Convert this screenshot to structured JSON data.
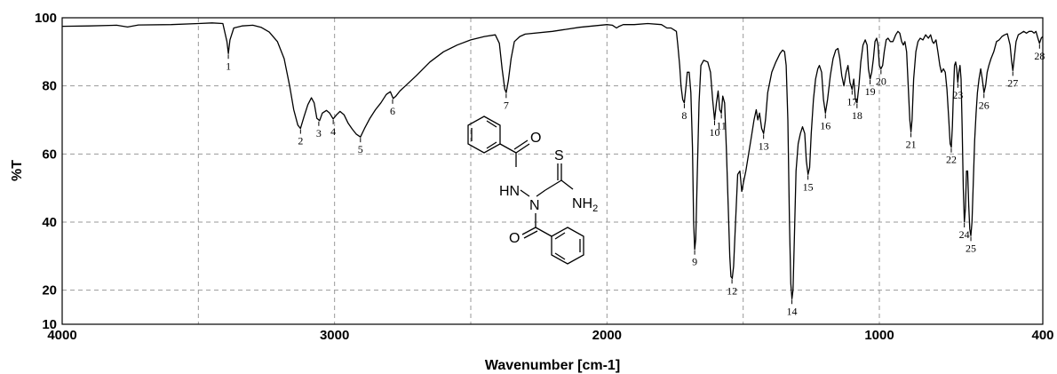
{
  "chart_data": {
    "type": "line",
    "xlabel": "Wavenumber [cm-1]",
    "ylabel": "%T",
    "xlim": [
      4000,
      400
    ],
    "ylim": [
      10,
      100
    ],
    "x_reversed": true,
    "x_ticks": [
      4000,
      3000,
      2000,
      1000,
      400
    ],
    "y_ticks": [
      10,
      20,
      40,
      60,
      80,
      100
    ],
    "grid": true,
    "grid_style": "dashed",
    "series": [
      {
        "color": "#000000",
        "points": [
          [
            4000,
            97.5
          ],
          [
            3900,
            97.6
          ],
          [
            3800,
            97.8
          ],
          [
            3760,
            97.3
          ],
          [
            3720,
            97.9
          ],
          [
            3600,
            98.0
          ],
          [
            3500,
            98.3
          ],
          [
            3450,
            98.5
          ],
          [
            3410,
            98.3
          ],
          [
            3395,
            93.0
          ],
          [
            3390,
            89.5
          ],
          [
            3384,
            93.5
          ],
          [
            3370,
            97.0
          ],
          [
            3340,
            97.6
          ],
          [
            3300,
            97.8
          ],
          [
            3270,
            97.2
          ],
          [
            3240,
            95.8
          ],
          [
            3210,
            93.0
          ],
          [
            3185,
            88.0
          ],
          [
            3165,
            80.0
          ],
          [
            3150,
            73.0
          ],
          [
            3135,
            68.5
          ],
          [
            3125,
            67.5
          ],
          [
            3112,
            71.0
          ],
          [
            3098,
            74.5
          ],
          [
            3085,
            76.5
          ],
          [
            3075,
            75.0
          ],
          [
            3065,
            70.5
          ],
          [
            3055,
            69.8
          ],
          [
            3045,
            72.0
          ],
          [
            3030,
            72.8
          ],
          [
            3018,
            72.0
          ],
          [
            3005,
            70.3
          ],
          [
            2993,
            71.5
          ],
          [
            2980,
            72.5
          ],
          [
            2965,
            71.5
          ],
          [
            2950,
            69.0
          ],
          [
            2935,
            67.3
          ],
          [
            2920,
            65.8
          ],
          [
            2905,
            65.0
          ],
          [
            2890,
            67.5
          ],
          [
            2870,
            70.5
          ],
          [
            2850,
            73.0
          ],
          [
            2830,
            75.0
          ],
          [
            2810,
            77.5
          ],
          [
            2795,
            78.3
          ],
          [
            2785,
            76.3
          ],
          [
            2775,
            77.0
          ],
          [
            2760,
            78.5
          ],
          [
            2740,
            80.0
          ],
          [
            2700,
            83.0
          ],
          [
            2650,
            87.0
          ],
          [
            2600,
            90.0
          ],
          [
            2550,
            92.0
          ],
          [
            2500,
            93.5
          ],
          [
            2450,
            94.5
          ],
          [
            2410,
            95.0
          ],
          [
            2395,
            92.5
          ],
          [
            2385,
            85.0
          ],
          [
            2375,
            79.0
          ],
          [
            2370,
            78.0
          ],
          [
            2362,
            81.5
          ],
          [
            2352,
            88.0
          ],
          [
            2340,
            93.0
          ],
          [
            2320,
            94.5
          ],
          [
            2300,
            95.2
          ],
          [
            2200,
            96.0
          ],
          [
            2100,
            97.2
          ],
          [
            2000,
            98.0
          ],
          [
            1980,
            97.8
          ],
          [
            1965,
            97.0
          ],
          [
            1955,
            97.5
          ],
          [
            1940,
            98.0
          ],
          [
            1900,
            98.0
          ],
          [
            1850,
            98.3
          ],
          [
            1800,
            98.0
          ],
          [
            1780,
            97.0
          ],
          [
            1765,
            97.0
          ],
          [
            1755,
            96.5
          ],
          [
            1745,
            96.0
          ],
          [
            1740,
            92.0
          ],
          [
            1733,
            86.0
          ],
          [
            1728,
            80.0
          ],
          [
            1722,
            76.0
          ],
          [
            1716,
            75.0
          ],
          [
            1711,
            79.0
          ],
          [
            1705,
            84.0
          ],
          [
            1698,
            84.0
          ],
          [
            1692,
            78.0
          ],
          [
            1686,
            62.0
          ],
          [
            1682,
            40.0
          ],
          [
            1678,
            32.0
          ],
          [
            1674,
            35.0
          ],
          [
            1668,
            55.0
          ],
          [
            1662,
            75.0
          ],
          [
            1655,
            86.0
          ],
          [
            1645,
            87.5
          ],
          [
            1630,
            87.0
          ],
          [
            1620,
            84.0
          ],
          [
            1612,
            76.0
          ],
          [
            1605,
            70.0
          ],
          [
            1598,
            75.0
          ],
          [
            1592,
            78.5
          ],
          [
            1586,
            73.0
          ],
          [
            1580,
            72.0
          ],
          [
            1575,
            77.0
          ],
          [
            1568,
            75.0
          ],
          [
            1562,
            62.0
          ],
          [
            1555,
            45.0
          ],
          [
            1549,
            30.0
          ],
          [
            1545,
            24.0
          ],
          [
            1540,
            23.5
          ],
          [
            1535,
            27.0
          ],
          [
            1528,
            40.0
          ],
          [
            1520,
            54.0
          ],
          [
            1512,
            55.0
          ],
          [
            1505,
            49.0
          ],
          [
            1498,
            52.0
          ],
          [
            1490,
            55.0
          ],
          [
            1480,
            60.0
          ],
          [
            1470,
            65.0
          ],
          [
            1460,
            70.0
          ],
          [
            1452,
            73.0
          ],
          [
            1446,
            70.0
          ],
          [
            1440,
            72.0
          ],
          [
            1432,
            67.5
          ],
          [
            1425,
            66.0
          ],
          [
            1418,
            70.0
          ],
          [
            1410,
            78.0
          ],
          [
            1395,
            84.0
          ],
          [
            1380,
            87.0
          ],
          [
            1365,
            89.5
          ],
          [
            1355,
            90.5
          ],
          [
            1348,
            90.0
          ],
          [
            1342,
            86.0
          ],
          [
            1336,
            70.0
          ],
          [
            1330,
            40.0
          ],
          [
            1325,
            22.0
          ],
          [
            1321,
            17.5
          ],
          [
            1317,
            20.0
          ],
          [
            1312,
            35.0
          ],
          [
            1306,
            55.0
          ],
          [
            1298,
            63.0
          ],
          [
            1290,
            66.0
          ],
          [
            1282,
            68.0
          ],
          [
            1274,
            66.0
          ],
          [
            1268,
            58.0
          ],
          [
            1262,
            54.0
          ],
          [
            1256,
            56.0
          ],
          [
            1250,
            66.0
          ],
          [
            1242,
            76.0
          ],
          [
            1234,
            82.0
          ],
          [
            1226,
            85.0
          ],
          [
            1220,
            86.0
          ],
          [
            1212,
            84.0
          ],
          [
            1205,
            76.0
          ],
          [
            1198,
            72.0
          ],
          [
            1190,
            76.0
          ],
          [
            1180,
            83.0
          ],
          [
            1170,
            88.0
          ],
          [
            1160,
            90.5
          ],
          [
            1152,
            91.0
          ],
          [
            1145,
            88.0
          ],
          [
            1138,
            83.0
          ],
          [
            1130,
            80.0
          ],
          [
            1122,
            84.0
          ],
          [
            1115,
            86.0
          ],
          [
            1108,
            81.0
          ],
          [
            1100,
            79.0
          ],
          [
            1094,
            82.0
          ],
          [
            1088,
            76.0
          ],
          [
            1082,
            75.0
          ],
          [
            1075,
            80.0
          ],
          [
            1068,
            87.0
          ],
          [
            1060,
            92.0
          ],
          [
            1052,
            93.5
          ],
          [
            1045,
            92.0
          ],
          [
            1040,
            85.0
          ],
          [
            1034,
            82.0
          ],
          [
            1028,
            84.0
          ],
          [
            1022,
            88.0
          ],
          [
            1016,
            93.0
          ],
          [
            1010,
            94.0
          ],
          [
            1005,
            92.0
          ],
          [
            1000,
            86.0
          ],
          [
            994,
            85.0
          ],
          [
            988,
            86.0
          ],
          [
            982,
            90.0
          ],
          [
            975,
            93.5
          ],
          [
            968,
            94.0
          ],
          [
            960,
            93.0
          ],
          [
            950,
            93.0
          ],
          [
            940,
            95.0
          ],
          [
            932,
            96.0
          ],
          [
            925,
            95.5
          ],
          [
            918,
            93.0
          ],
          [
            912,
            92.0
          ],
          [
            906,
            93.0
          ],
          [
            900,
            90.0
          ],
          [
            894,
            80.0
          ],
          [
            888,
            70.0
          ],
          [
            884,
            66.5
          ],
          [
            880,
            70.0
          ],
          [
            874,
            82.0
          ],
          [
            866,
            90.0
          ],
          [
            858,
            93.0
          ],
          [
            850,
            94.0
          ],
          [
            840,
            93.5
          ],
          [
            830,
            95.0
          ],
          [
            820,
            94.0
          ],
          [
            812,
            95.0
          ],
          [
            805,
            93.0
          ],
          [
            800,
            92.5
          ],
          [
            792,
            93.5
          ],
          [
            785,
            90.0
          ],
          [
            778,
            86.0
          ],
          [
            772,
            84.0
          ],
          [
            765,
            85.0
          ],
          [
            758,
            84.0
          ],
          [
            752,
            79.0
          ],
          [
            745,
            70.0
          ],
          [
            740,
            63.0
          ],
          [
            736,
            62.0
          ],
          [
            732,
            68.0
          ],
          [
            728,
            78.0
          ],
          [
            724,
            86.0
          ],
          [
            720,
            87.0
          ],
          [
            716,
            85.0
          ],
          [
            712,
            81.0
          ],
          [
            708,
            84.0
          ],
          [
            704,
            86.0
          ],
          [
            700,
            82.0
          ],
          [
            696,
            68.0
          ],
          [
            692,
            50.0
          ],
          [
            688,
            40.0
          ],
          [
            684,
            44.0
          ],
          [
            680,
            55.0
          ],
          [
            676,
            55.0
          ],
          [
            672,
            45.0
          ],
          [
            668,
            38.0
          ],
          [
            664,
            36.0
          ],
          [
            660,
            40.0
          ],
          [
            655,
            52.0
          ],
          [
            650,
            64.0
          ],
          [
            645,
            72.0
          ],
          [
            640,
            78.0
          ],
          [
            634,
            82.0
          ],
          [
            628,
            85.0
          ],
          [
            622,
            82.0
          ],
          [
            616,
            78.0
          ],
          [
            610,
            80.0
          ],
          [
            604,
            84.0
          ],
          [
            598,
            86.0
          ],
          [
            590,
            88.0
          ],
          [
            580,
            90.0
          ],
          [
            570,
            93.0
          ],
          [
            560,
            93.5
          ],
          [
            550,
            94.5
          ],
          [
            540,
            95.0
          ],
          [
            530,
            95.3
          ],
          [
            520,
            92.0
          ],
          [
            514,
            87.0
          ],
          [
            510,
            84.5
          ],
          [
            505,
            88.0
          ],
          [
            498,
            93.0
          ],
          [
            490,
            95.0
          ],
          [
            480,
            95.5
          ],
          [
            470,
            96.0
          ],
          [
            460,
            95.5
          ],
          [
            450,
            96.0
          ],
          [
            440,
            96.0
          ],
          [
            432,
            95.5
          ],
          [
            425,
            96.0
          ],
          [
            418,
            94.0
          ],
          [
            412,
            92.5
          ],
          [
            406,
            94.0
          ],
          [
            400,
            94.5
          ]
        ]
      }
    ],
    "annotations": [
      {
        "label": "1",
        "x": 3390,
        "y": 89.5
      },
      {
        "label": "2",
        "x": 3125,
        "y": 67.5
      },
      {
        "label": "3",
        "x": 3058,
        "y": 69.8
      },
      {
        "label": "4",
        "x": 3005,
        "y": 70.3
      },
      {
        "label": "5",
        "x": 2905,
        "y": 65.0
      },
      {
        "label": "6",
        "x": 2787,
        "y": 76.3
      },
      {
        "label": "7",
        "x": 2370,
        "y": 78.0
      },
      {
        "label": "8",
        "x": 1716,
        "y": 75.0
      },
      {
        "label": "9",
        "x": 1678,
        "y": 32.0
      },
      {
        "label": "10",
        "x": 1605,
        "y": 70.0
      },
      {
        "label": "11",
        "x": 1580,
        "y": 72.0
      },
      {
        "label": "12",
        "x": 1541,
        "y": 23.5
      },
      {
        "label": "13",
        "x": 1425,
        "y": 66.0
      },
      {
        "label": "14",
        "x": 1321,
        "y": 17.5
      },
      {
        "label": "15",
        "x": 1262,
        "y": 54.0
      },
      {
        "label": "16",
        "x": 1198,
        "y": 72.0
      },
      {
        "label": "17",
        "x": 1100,
        "y": 79.0
      },
      {
        "label": "18",
        "x": 1082,
        "y": 75.0
      },
      {
        "label": "19",
        "x": 1034,
        "y": 82.0
      },
      {
        "label": "20",
        "x": 994,
        "y": 85.0
      },
      {
        "label": "21",
        "x": 884,
        "y": 66.5
      },
      {
        "label": "22",
        "x": 736,
        "y": 62.0
      },
      {
        "label": "23",
        "x": 712,
        "y": 81.0
      },
      {
        "label": "24",
        "x": 688,
        "y": 40.0
      },
      {
        "label": "25",
        "x": 664,
        "y": 36.0
      },
      {
        "label": "26",
        "x": 616,
        "y": 78.0
      },
      {
        "label": "27",
        "x": 510,
        "y": 84.5
      },
      {
        "label": "28",
        "x": 412,
        "y": 92.5
      }
    ],
    "inset": {
      "kind": "chemical-structure",
      "atom_labels": [
        "O",
        "S",
        "HN",
        "N",
        "NH",
        "2",
        "O"
      ]
    }
  }
}
